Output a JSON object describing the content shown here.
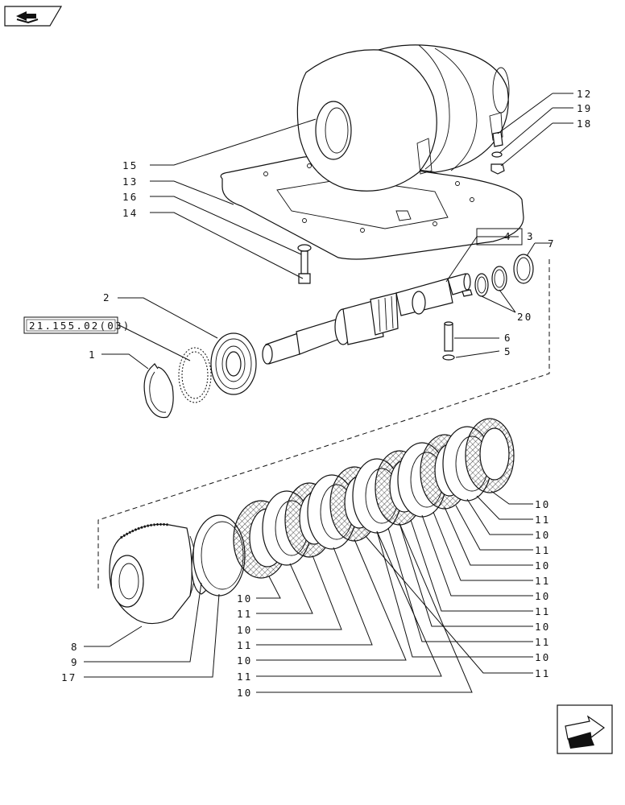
{
  "nav": {
    "top_icon": "folder-arrow-icon",
    "bottom_icon": "next-page-arrow-icon"
  },
  "reference": {
    "label": "21.155.02(03)"
  },
  "callouts": {
    "c1": "1",
    "c2": "2",
    "c3": "3",
    "c4": "4",
    "c5": "5",
    "c6": "6",
    "c7": "7",
    "c8": "8",
    "c9": "9",
    "c12": "12",
    "c13": "13",
    "c14": "14",
    "c15": "15",
    "c16": "16",
    "c17": "17",
    "c18": "18",
    "c19": "19",
    "c20": "20",
    "plates": [
      "10",
      "11",
      "10",
      "11",
      "10",
      "11",
      "10",
      "11",
      "10",
      "11",
      "10",
      "11"
    ],
    "lower": [
      "10",
      "11",
      "10",
      "11",
      "10",
      "11",
      "10"
    ]
  }
}
